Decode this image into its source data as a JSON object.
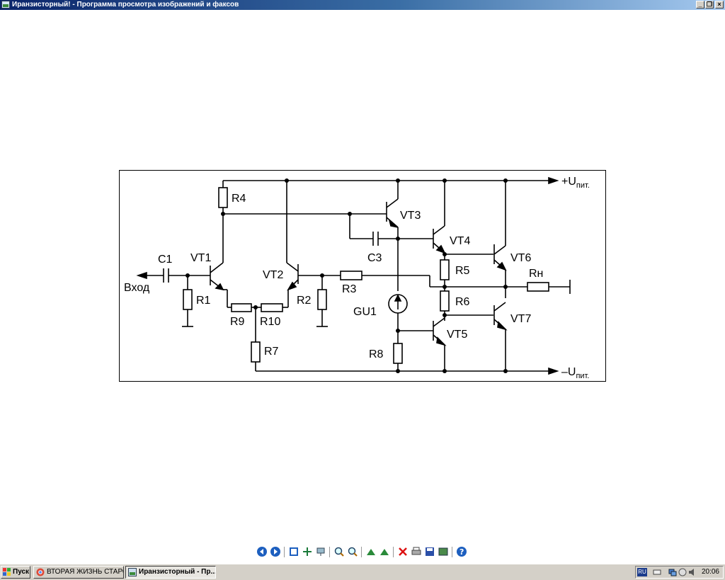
{
  "window": {
    "title": "Иранзисторный! - Программа просмотра изображений и факсов",
    "controls": {
      "minimize": "_",
      "restore": "❐",
      "close": "×"
    }
  },
  "diagram": {
    "labels": {
      "vplus": "+U",
      "vplus_sub": "пит.",
      "vminus": "–U",
      "vminus_sub": "пит.",
      "input": "Вход",
      "c1": "C1",
      "c3": "C3",
      "r1": "R1",
      "r2": "R2",
      "r3": "R3",
      "r4": "R4",
      "r5": "R5",
      "r6": "R6",
      "r7": "R7",
      "r8": "R8",
      "r9": "R9",
      "r10": "R10",
      "rn": "Rн",
      "vt1": "VT1",
      "vt2": "VT2",
      "vt3": "VT3",
      "vt4": "VT4",
      "vt5": "VT5",
      "vt6": "VT6",
      "vt7": "VT7",
      "gu1": "GU1"
    }
  },
  "toolbar": {
    "buttons": [
      {
        "name": "prev-image",
        "icon": "prev-icon"
      },
      {
        "name": "next-image",
        "icon": "next-icon"
      },
      {
        "name": "best-fit",
        "icon": "best-fit-icon"
      },
      {
        "name": "actual-size",
        "icon": "actual-size-icon"
      },
      {
        "name": "slideshow",
        "icon": "slideshow-icon"
      },
      {
        "name": "zoom-in",
        "icon": "zoom-in-icon"
      },
      {
        "name": "zoom-out",
        "icon": "zoom-out-icon"
      },
      {
        "name": "rotate-clockwise",
        "icon": "rotate-cw-icon"
      },
      {
        "name": "rotate-counterclockwise",
        "icon": "rotate-ccw-icon"
      },
      {
        "name": "delete",
        "icon": "delete-icon"
      },
      {
        "name": "print",
        "icon": "print-icon"
      },
      {
        "name": "save",
        "icon": "save-icon"
      },
      {
        "name": "edit",
        "icon": "edit-icon"
      },
      {
        "name": "help",
        "icon": "help-icon"
      }
    ]
  },
  "taskbar": {
    "start_label": "Пуск",
    "tasks": [
      {
        "label": "ВТОРАЯ ЖИЗНЬ СТАРО...",
        "active": false
      },
      {
        "label": "Иранзисторный - Пр...",
        "active": true
      }
    ],
    "language": "RU",
    "clock": "20:06"
  }
}
